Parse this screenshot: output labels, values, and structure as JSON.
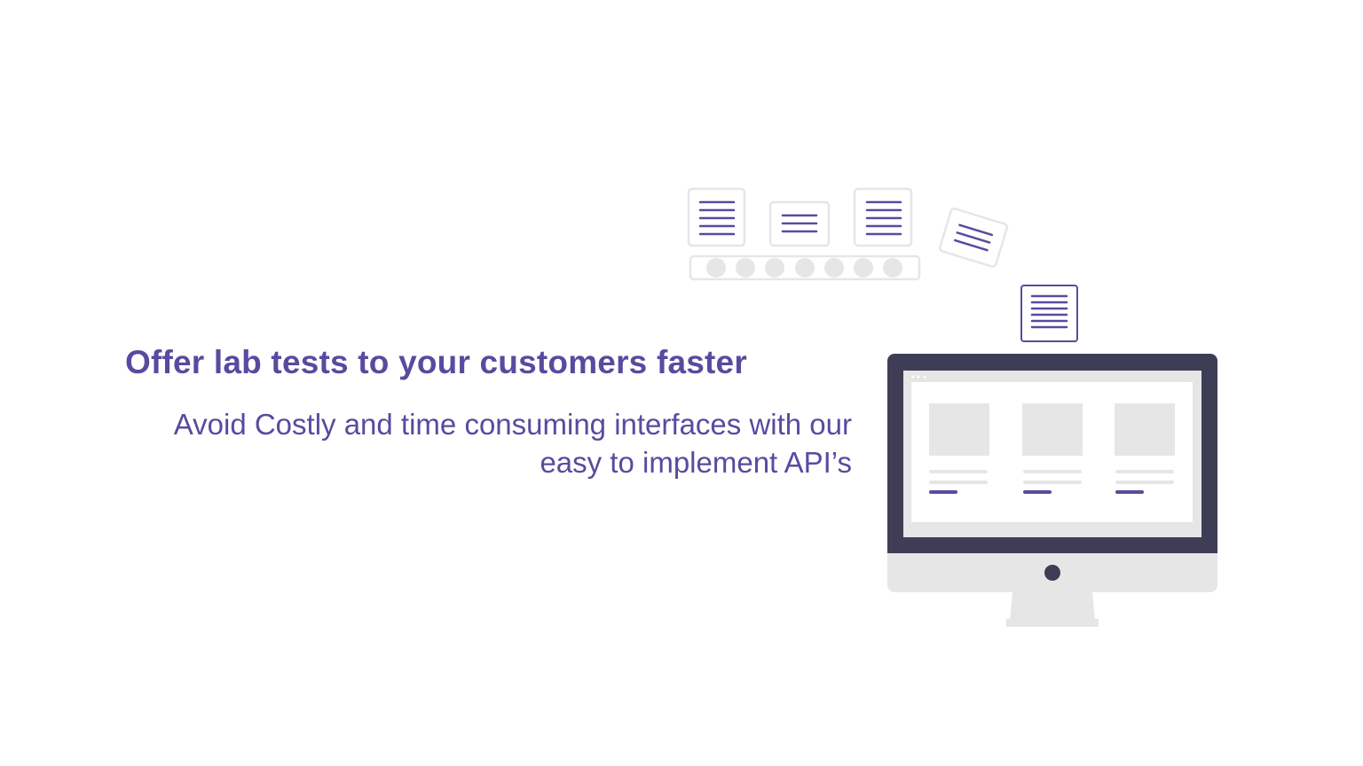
{
  "hero": {
    "title": "Offer lab tests to your customers faster",
    "subtitle_line1": "Avoid Costly and time consuming interfaces with our",
    "subtitle_line2": "easy to implement API’s"
  },
  "colors": {
    "accent": "#5a4a9f",
    "monitor_dark": "#3f3d56",
    "light_gray": "#e6e6e6"
  },
  "icons": [
    "document-icon",
    "conveyor-icon",
    "monitor-icon"
  ]
}
